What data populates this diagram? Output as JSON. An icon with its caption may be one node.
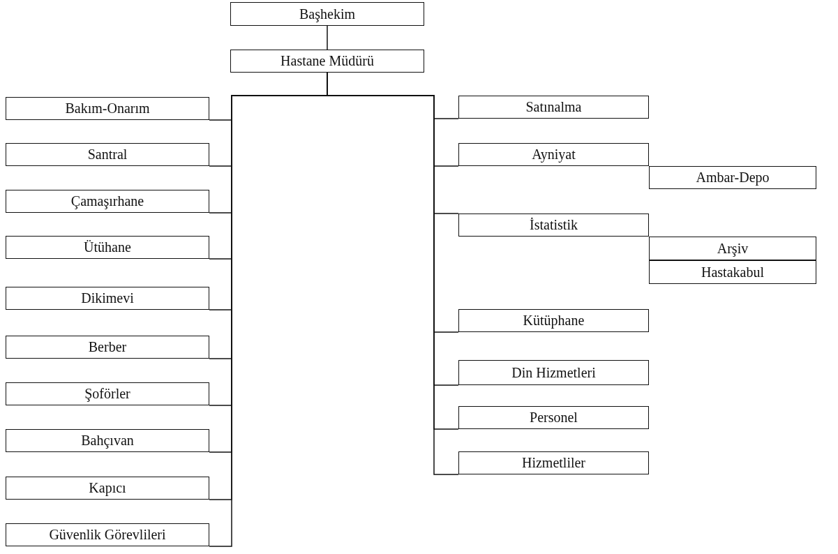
{
  "diagram": {
    "nodes": [
      {
        "text": [
          "Başhekim"
        ]
      },
      {
        "text": [
          "Hastane Müdürü"
        ]
      },
      {
        "text": [
          "Bakım-Onarım"
        ]
      },
      {
        "text": [
          "Santral"
        ]
      },
      {
        "text": [
          "Çamaşırhane"
        ]
      },
      {
        "text": [
          "Ütühane"
        ]
      },
      {
        "text": [
          "Dikimevi"
        ]
      },
      {
        "text": [
          "Berber"
        ]
      },
      {
        "text": [
          "Şoförler"
        ]
      },
      {
        "text": [
          "Bahçıvan"
        ]
      },
      {
        "text": [
          "Kapıcı"
        ]
      },
      {
        "text": [
          "Güvenlik Görevlileri"
        ]
      },
      {
        "text": [
          "Satınalma"
        ]
      },
      {
        "text": [
          "Ayniyat"
        ]
      },
      {
        "text": [
          "Ambar-Depo"
        ]
      },
      {
        "text": [
          "İstatistik"
        ]
      },
      {
        "text": [
          "Arşiv"
        ]
      },
      {
        "text": [
          "Hastakabul"
        ]
      },
      {
        "text": [
          "Kütüphane"
        ]
      },
      {
        "text": [
          "Din Hizmetleri"
        ]
      },
      {
        "text": [
          "Personel"
        ]
      },
      {
        "text": [
          "Hizmetliler"
        ]
      }
    ],
    "edges": [
      {
        "from": 0,
        "to": 1,
        "arrow": "none"
      },
      {
        "from": 1,
        "to": 2,
        "arrow": "none"
      },
      {
        "from": 1,
        "to": 3,
        "arrow": "none"
      },
      {
        "from": 1,
        "to": 4,
        "arrow": "none"
      },
      {
        "from": 1,
        "to": 5,
        "arrow": "none"
      },
      {
        "from": 1,
        "to": 6,
        "arrow": "none"
      },
      {
        "from": 1,
        "to": 7,
        "arrow": "none"
      },
      {
        "from": 1,
        "to": 8,
        "arrow": "none"
      },
      {
        "from": 1,
        "to": 9,
        "arrow": "none"
      },
      {
        "from": 1,
        "to": 10,
        "arrow": "none"
      },
      {
        "from": 1,
        "to": 11,
        "arrow": "none"
      },
      {
        "from": 1,
        "to": 12,
        "arrow": "none"
      },
      {
        "from": 1,
        "to": 13,
        "arrow": "none"
      },
      {
        "from": 1,
        "to": 15,
        "arrow": "none"
      },
      {
        "from": 1,
        "to": 18,
        "arrow": "none"
      },
      {
        "from": 1,
        "to": 19,
        "arrow": "none"
      },
      {
        "from": 1,
        "to": 20,
        "arrow": "none"
      },
      {
        "from": 1,
        "to": 21,
        "arrow": "none"
      }
    ]
  }
}
